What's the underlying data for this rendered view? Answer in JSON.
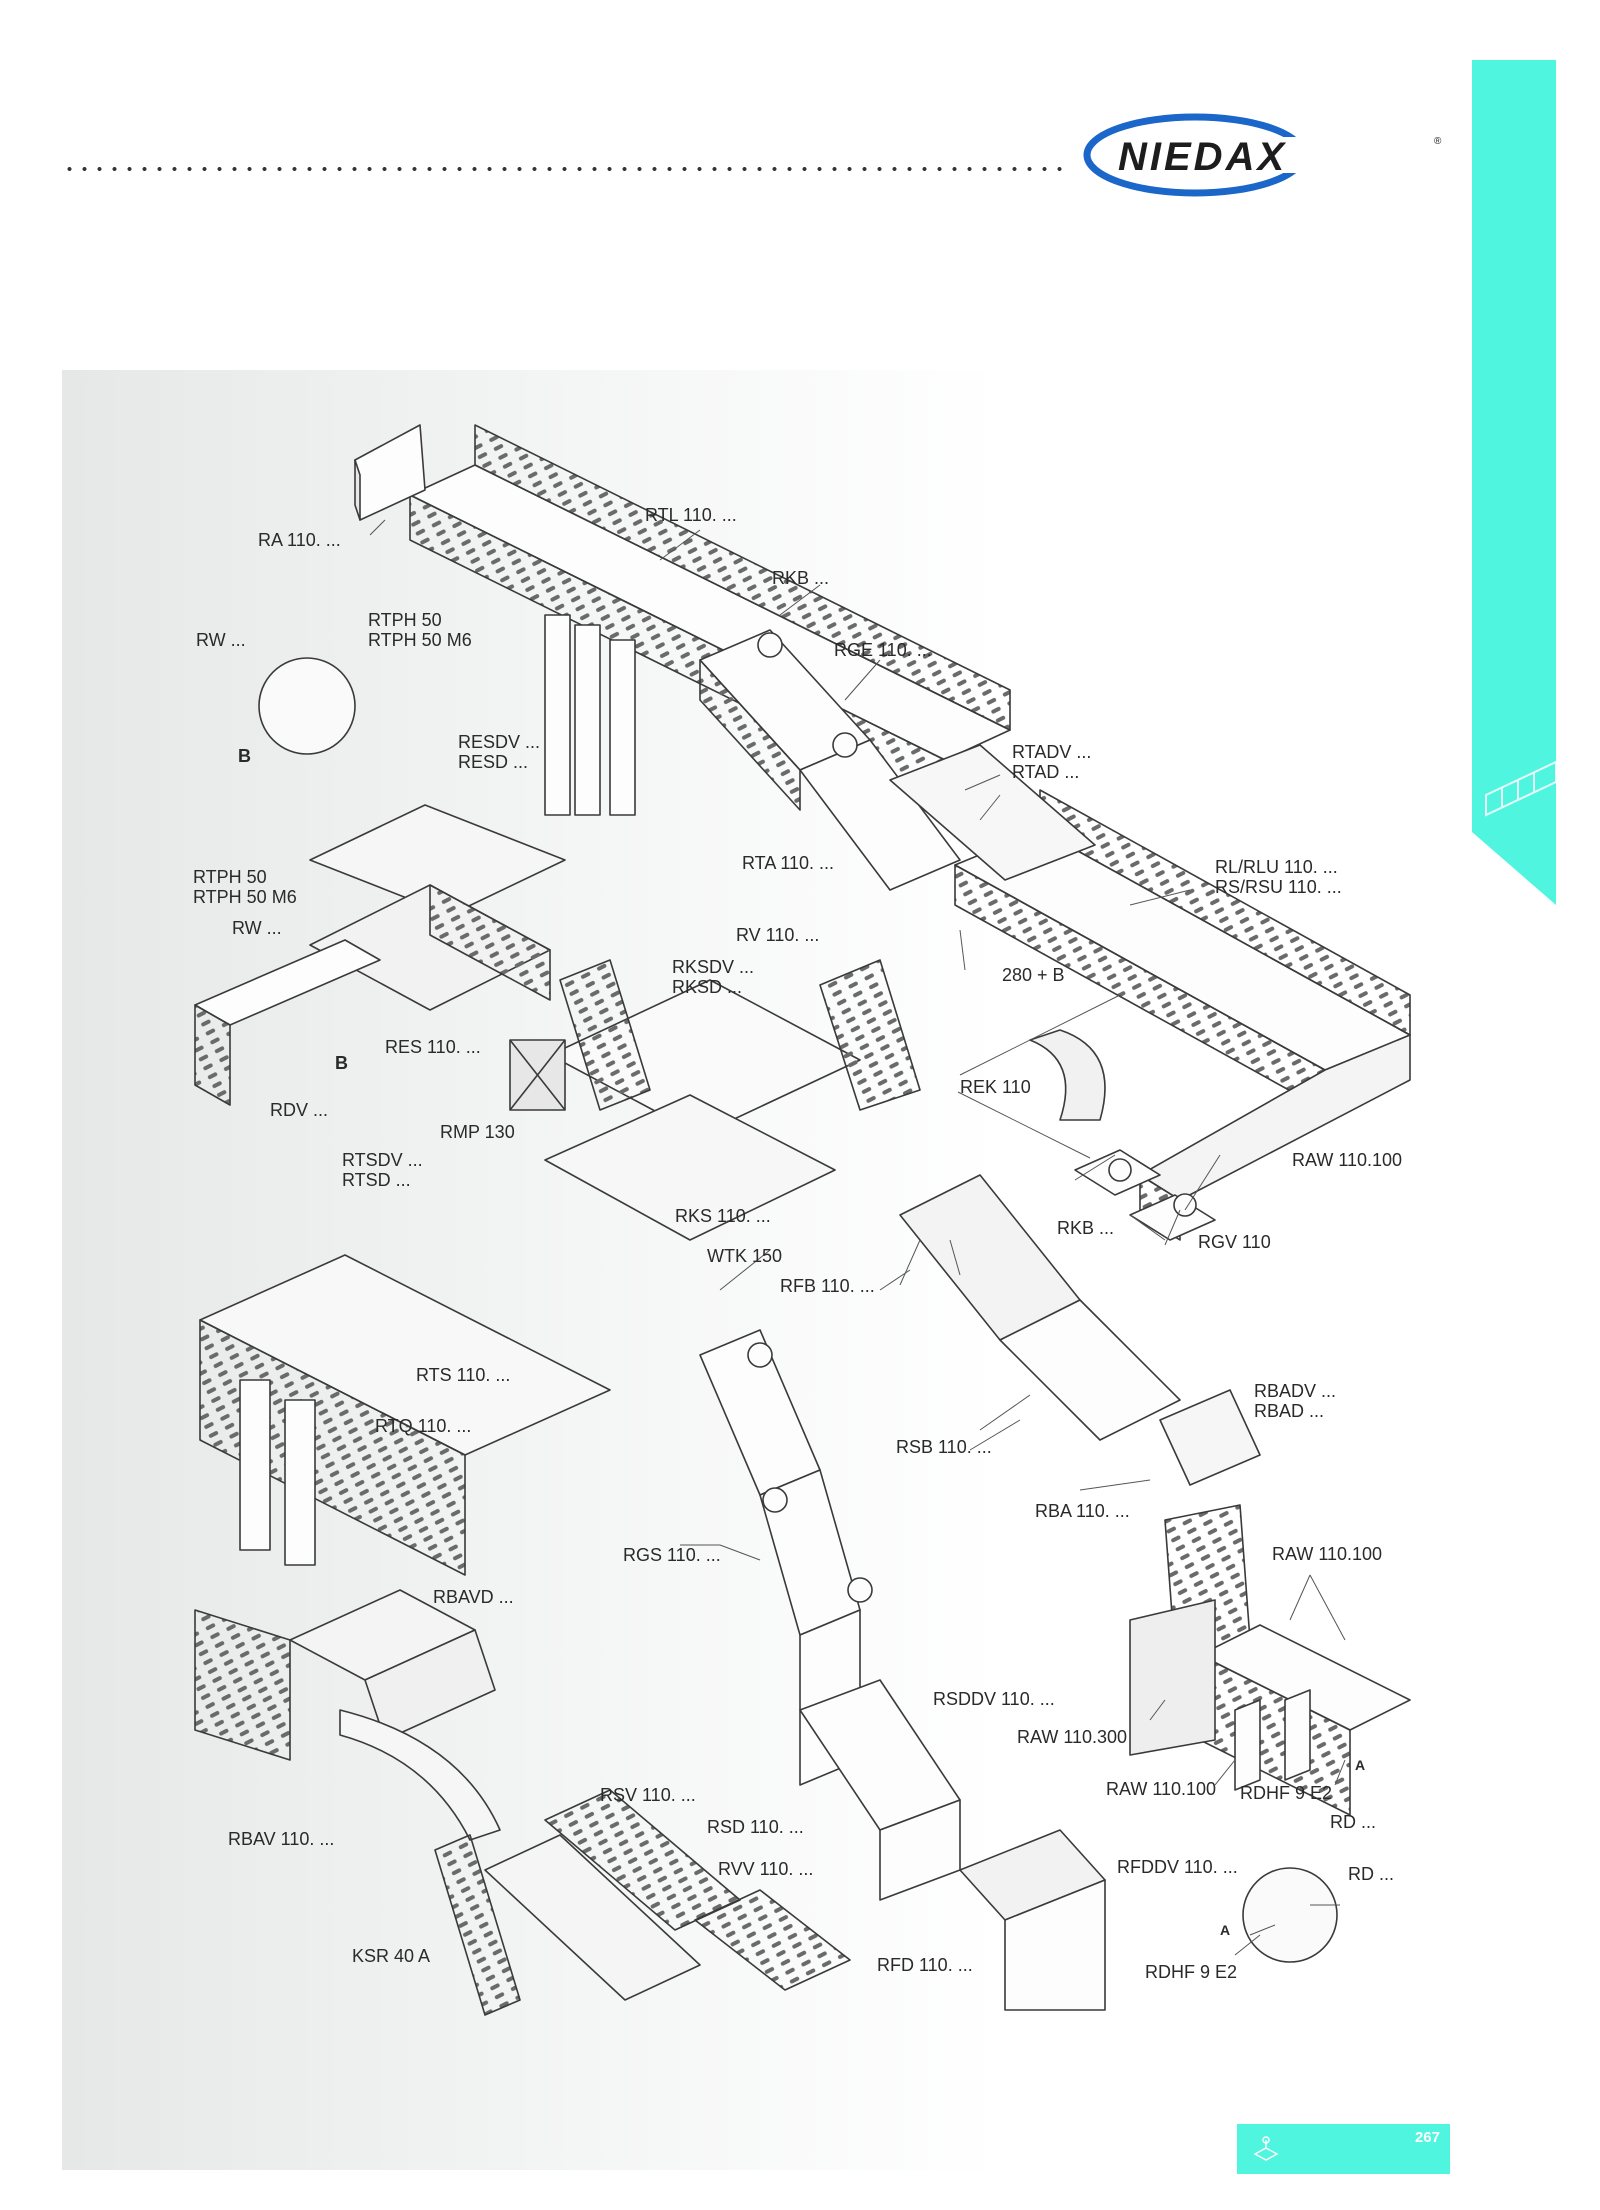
{
  "brand": {
    "name": "NIEDAX",
    "registered": "®",
    "accent_color": "#4ff5df",
    "logo_blue": "#1b66c9"
  },
  "page_number": "267",
  "labels": {
    "ra": "RA 110. ...",
    "rtl": "RTL 110. ...",
    "rkb_top": "RKB ...",
    "rw_top": "RW ...",
    "rtph_top_1": "RTPH 50",
    "rtph_top_2": "RTPH 50 M6",
    "rge": "RGE 110. ...",
    "b_top": "B",
    "resdv": "RESDV ...",
    "resd": "RESD ...",
    "rtadv": "RTADV ...",
    "rtad": "RTAD ...",
    "rta": "RTA 110. ...",
    "rl": "RL/RLU 110. ...",
    "rs": "RS/RSU 110. ...",
    "rtph_mid_1": "RTPH 50",
    "rtph_mid_2": "RTPH 50 M6",
    "rw_mid": "RW ...",
    "rv": "RV 110. ...",
    "rksdv": "RKSDV ...",
    "rksd": "RKSD ...",
    "dim": "280 + B",
    "res": "RES 110. ...",
    "b_mid": "B",
    "rdv": "RDV ...",
    "rek": "REK 110",
    "rmp": "RMP 130",
    "raw_right": "RAW 110.100",
    "rtsdv": "RTSDV ...",
    "rtsd": "RTSD ...",
    "rks": "RKS 110. ...",
    "rkb_mid": "RKB ...",
    "rgv": "RGV 110",
    "wtk": "WTK 150",
    "rfb": "RFB 110. ...",
    "rts": "RTS 110. ...",
    "rtq": "RTQ 110. ...",
    "rbadv": "RBADV ...",
    "rbad": "RBAD ...",
    "rsb": "RSB 110. ...",
    "rba": "RBA 110. ...",
    "rgs": "RGS 110. ...",
    "raw_lower": "RAW 110.100",
    "rbavd": "RBAVD ...",
    "rsddv": "RSDDV 110. ...",
    "raw300": "RAW 110.300",
    "raw_bottom": "RAW 110.100",
    "rdhf_upper": "RDHF 9 E2",
    "a_upper": "A",
    "rsv": "RSV 110. ...",
    "rd_upper": "RD ...",
    "rsd": "RSD 110. ...",
    "rbav": "RBAV 110. ...",
    "rvv": "RVV 110. ...",
    "rfddv": "RFDDV 110. ...",
    "rd_lower": "RD ...",
    "ksr": "KSR 40 A",
    "a_lower": "A",
    "rfd": "RFD 110. ...",
    "rdhf_lower": "RDHF 9 E2"
  }
}
